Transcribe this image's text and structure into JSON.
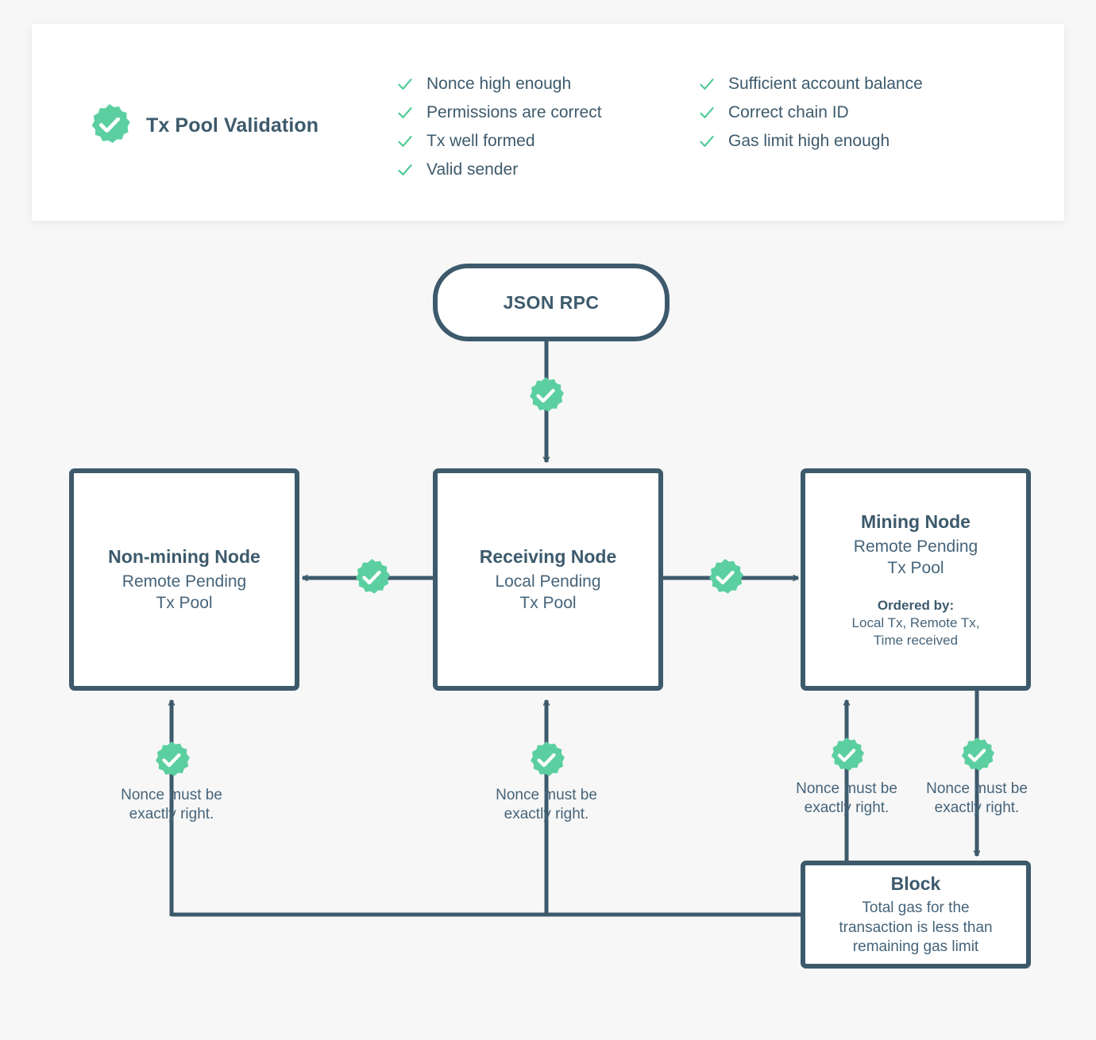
{
  "theme": {
    "page_bg": "#f7f7f7",
    "card_bg": "#ffffff",
    "ink": "#3d5a6c",
    "ink_soft": "#46647a",
    "accent_green": "#5ccfa0",
    "check_green": "#4ecb93"
  },
  "header": {
    "title": "Tx Pool Validation",
    "badge_icon": "verified-check-badge-icon",
    "checklist_col1": [
      {
        "icon": "check-icon",
        "label": "Nonce high enough"
      },
      {
        "icon": "check-icon",
        "label": "Permissions are correct"
      },
      {
        "icon": "check-icon",
        "label": "Tx well formed"
      },
      {
        "icon": "check-icon",
        "label": "Valid sender"
      }
    ],
    "checklist_col2": [
      {
        "icon": "check-icon",
        "label": "Sufficient account balance"
      },
      {
        "icon": "check-icon",
        "label": "Correct chain ID"
      },
      {
        "icon": "check-icon",
        "label": "Gas limit high enough"
      }
    ]
  },
  "diagram": {
    "json_rpc": {
      "label": "JSON RPC"
    },
    "non_mining_node": {
      "title": "Non-mining Node",
      "sub_line1": "Remote Pending",
      "sub_line2": "Tx Pool"
    },
    "receiving_node": {
      "title": "Receiving Node",
      "sub_line1": "Local Pending",
      "sub_line2": "Tx Pool"
    },
    "mining_node": {
      "title": "Mining Node",
      "sub_line1": "Remote Pending",
      "sub_line2": "Tx Pool",
      "ordered_head": "Ordered by:",
      "ordered_line1": "Local Tx, Remote Tx,",
      "ordered_line2": "Time received"
    },
    "block": {
      "title": "Block",
      "sub_line1": "Total gas for the",
      "sub_line2": "transaction is less than",
      "sub_line3": "remaining gas limit"
    },
    "captions": {
      "nonce_line1": "Nonce must be",
      "nonce_line2": "exactly right."
    },
    "badges": [
      {
        "name": "badge-json-rpc-to-receiving",
        "icon": "verified-check-badge-icon"
      },
      {
        "name": "badge-receiving-to-non-mining",
        "icon": "verified-check-badge-icon"
      },
      {
        "name": "badge-receiving-to-mining",
        "icon": "verified-check-badge-icon"
      },
      {
        "name": "badge-nonce-non-mining",
        "icon": "verified-check-badge-icon"
      },
      {
        "name": "badge-nonce-receiving",
        "icon": "verified-check-badge-icon"
      },
      {
        "name": "badge-nonce-mining",
        "icon": "verified-check-badge-icon"
      },
      {
        "name": "badge-nonce-block",
        "icon": "verified-check-badge-icon"
      }
    ]
  }
}
